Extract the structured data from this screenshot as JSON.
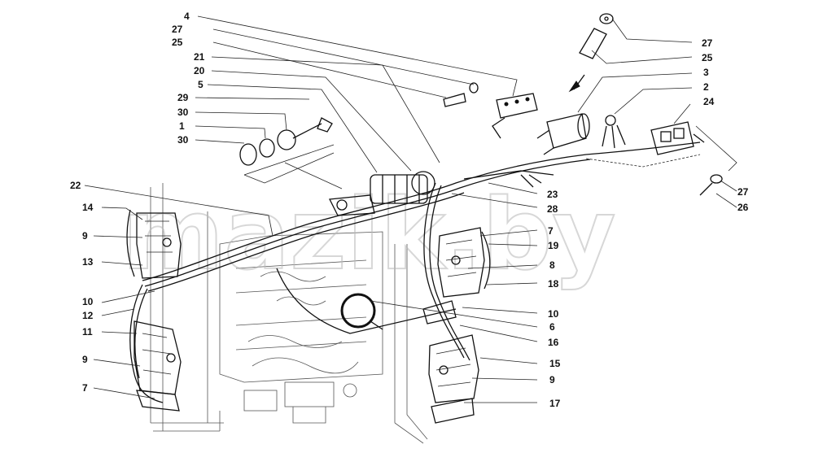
{
  "watermark": "mazik.by",
  "callouts": [
    {
      "id": "c-4-top",
      "text": "4"
    },
    {
      "id": "c-27-top",
      "text": "27"
    },
    {
      "id": "c-25-top",
      "text": "25"
    },
    {
      "id": "c-21",
      "text": "21"
    },
    {
      "id": "c-20",
      "text": "20"
    },
    {
      "id": "c-5",
      "text": "5"
    },
    {
      "id": "c-29",
      "text": "29"
    },
    {
      "id": "c-30-a",
      "text": "30"
    },
    {
      "id": "c-1",
      "text": "1"
    },
    {
      "id": "c-30-b",
      "text": "30"
    },
    {
      "id": "c-22",
      "text": "22"
    },
    {
      "id": "c-14",
      "text": "14"
    },
    {
      "id": "c-9-a",
      "text": "9"
    },
    {
      "id": "c-13",
      "text": "13"
    },
    {
      "id": "c-10-a",
      "text": "10"
    },
    {
      "id": "c-12",
      "text": "12"
    },
    {
      "id": "c-11",
      "text": "11"
    },
    {
      "id": "c-9-b",
      "text": "9"
    },
    {
      "id": "c-7-a",
      "text": "7"
    },
    {
      "id": "c-27-r1",
      "text": "27"
    },
    {
      "id": "c-25-r1",
      "text": "25"
    },
    {
      "id": "c-3",
      "text": "3"
    },
    {
      "id": "c-2",
      "text": "2"
    },
    {
      "id": "c-24",
      "text": "24"
    },
    {
      "id": "c-27-r2",
      "text": "27"
    },
    {
      "id": "c-26",
      "text": "26"
    },
    {
      "id": "c-23",
      "text": "23"
    },
    {
      "id": "c-28",
      "text": "28"
    },
    {
      "id": "c-7-b",
      "text": "7"
    },
    {
      "id": "c-19",
      "text": "19"
    },
    {
      "id": "c-8",
      "text": "8"
    },
    {
      "id": "c-18",
      "text": "18"
    },
    {
      "id": "c-10-b",
      "text": "10"
    },
    {
      "id": "c-6",
      "text": "6"
    },
    {
      "id": "c-16",
      "text": "16"
    },
    {
      "id": "c-15",
      "text": "15"
    },
    {
      "id": "c-9-c",
      "text": "9"
    },
    {
      "id": "c-17",
      "text": "17"
    }
  ]
}
